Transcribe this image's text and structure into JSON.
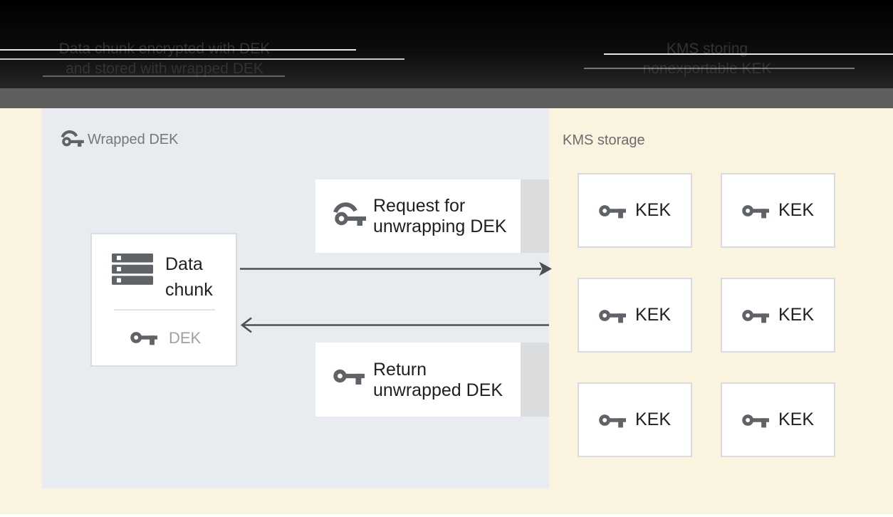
{
  "header": {
    "left_caption_line1": "Data chunk encrypted with DEK",
    "left_caption_line2": "and stored with wrapped DEK",
    "right_caption_line1": "KMS storing",
    "right_caption_line2": "nonexportable KEK"
  },
  "wrapped_dek_panel": {
    "label": "Wrapped DEK",
    "data_chunk_card": {
      "title_line1": "Data",
      "title_line2": "chunk",
      "key_label": "DEK"
    },
    "request_card": {
      "line1": "Request for",
      "line2": "unwrapping DEK"
    },
    "return_card": {
      "line1": "Return",
      "line2": "unwrapped DEK"
    }
  },
  "kms_panel": {
    "label": "KMS storage",
    "kek_cards": [
      {
        "label": "KEK"
      },
      {
        "label": "KEK"
      },
      {
        "label": "KEK"
      },
      {
        "label": "KEK"
      },
      {
        "label": "KEK"
      },
      {
        "label": "KEK"
      }
    ]
  },
  "icons": {
    "wrapped_key": "wrapped-key-icon",
    "plain_key": "key-icon",
    "data_chunk": "storage-icon"
  },
  "colors": {
    "page_background": "#faf3e0",
    "panel_background": "#e8ecf0",
    "card_background": "#ffffff",
    "card_side_tab": "#dbdcde",
    "icon_gray": "#5f6368",
    "arrow": "#4d4f52",
    "header_bar": "#000000",
    "divider_bar": "#5f5f5f",
    "muted_text": "#9da1a6",
    "dark_text": "#1f1f1f"
  }
}
